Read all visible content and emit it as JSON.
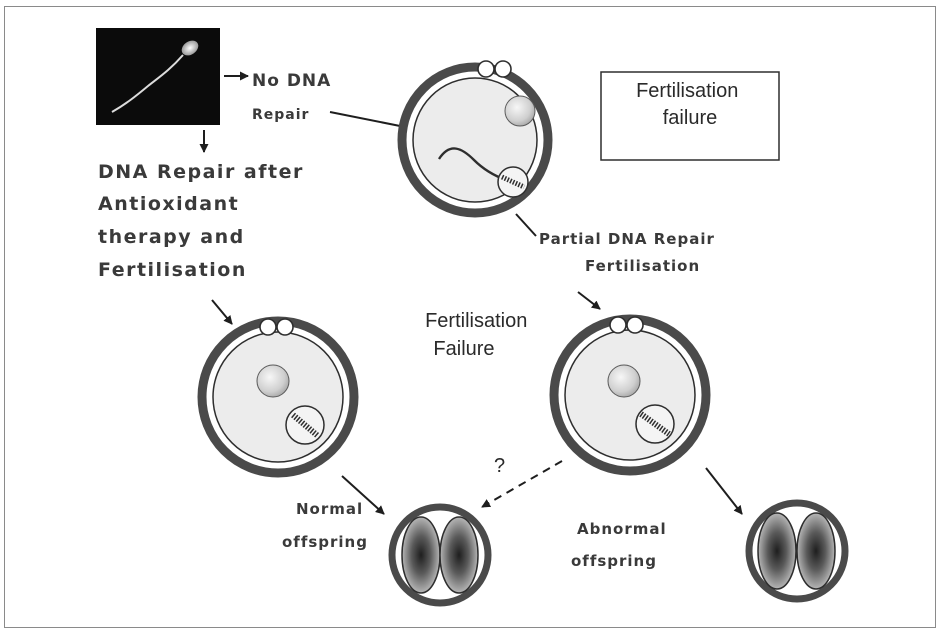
{
  "labels": {
    "no_repair_line1": "No DNA",
    "no_repair_line2": "Repair",
    "fert_failure_box_line1": "Fertilisation",
    "fert_failure_box_line2": "failure",
    "dna_repair_line1": "DNA Repair after",
    "dna_repair_line2": "Antioxidant",
    "dna_repair_line3": "therapy and",
    "dna_repair_line4": "Fertilisation",
    "partial_line1": "Partial DNA Repair",
    "partial_line2": "Fertilisation",
    "fert_failure_mid_line1": "Fertilisation",
    "fert_failure_mid_line2": "Failure",
    "normal_line1": "Normal",
    "normal_line2": "offspring",
    "abnormal_line1": "Abnormal",
    "abnormal_line2": "offspring",
    "question_mark": "?"
  },
  "colors": {
    "outline": "#2e2e2e",
    "oocyte_ring": "#4a4a4a",
    "cytoplasm": "#e9e9e9",
    "text": "#3a3a3a"
  }
}
